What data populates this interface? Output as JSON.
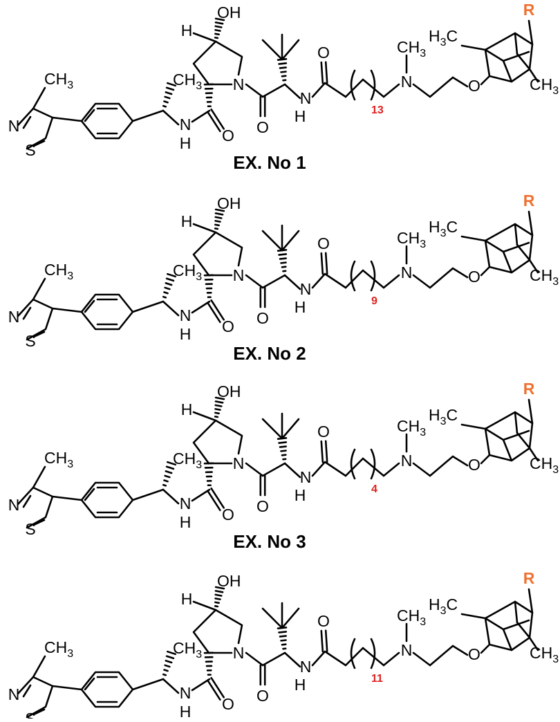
{
  "colors": {
    "line": "#000000",
    "repeat_count": "#e02020",
    "r_group": "#f07030"
  },
  "atom_labels": {
    "methyl": "CH",
    "methyl_sub": "3",
    "h3c_h": "H",
    "h3c_sub": "3",
    "h3c_c": "C",
    "hydroxyl": "OH",
    "stereo_h": "H",
    "nitrogen": "N",
    "amide_nh_n": "N",
    "amide_nh_h": "H",
    "oxygen": "O",
    "sulfur": "S",
    "r_group": "R"
  },
  "compounds": [
    {
      "caption": "EX. No 1",
      "repeat_count": "13"
    },
    {
      "caption": "EX. No 2",
      "repeat_count": "9"
    },
    {
      "caption": "EX. No 3",
      "repeat_count": "4"
    },
    {
      "caption": "",
      "repeat_count": "11"
    }
  ]
}
